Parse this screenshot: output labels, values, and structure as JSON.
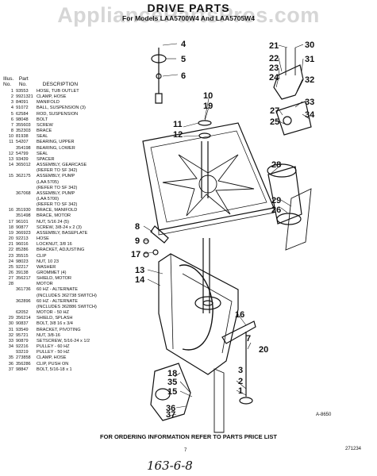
{
  "watermark": "AppliancePartsPros.com",
  "title": "DRIVE PARTS",
  "subtitle": "For Models LAA5700W4 And LAA5705W4",
  "table_headers": {
    "illus": "Illus.",
    "no": "No.",
    "part": "Part",
    "partno": "No.",
    "desc": "DESCRIPTION"
  },
  "parts": [
    {
      "n": "1",
      "p": "93553",
      "d": "HOSE, TUB OUTLET"
    },
    {
      "n": "2",
      "p": "9921321",
      "d": "CLAMP, HOSE"
    },
    {
      "n": "3",
      "p": "84091",
      "d": "MANIFOLD"
    },
    {
      "n": "4",
      "p": "91072",
      "d": "BALL, SUSPENSION (3)"
    },
    {
      "n": "5",
      "p": "62584",
      "d": "ROD, SUSPENSION"
    },
    {
      "n": "6",
      "p": "98048",
      "d": "BOLT"
    },
    {
      "n": "7",
      "p": "355603",
      "d": "SCREW"
    },
    {
      "n": "8",
      "p": "352303",
      "d": "BRACE"
    },
    {
      "n": "10",
      "p": "81938",
      "d": "SEAL"
    },
    {
      "n": "11",
      "p": "54207",
      "d": "BEARING, UPPER"
    },
    {
      "n": "",
      "p": "354198",
      "d": "BEARING, LOWER"
    },
    {
      "n": "12",
      "p": "54799",
      "d": "SEAL"
    },
    {
      "n": "13",
      "p": "93439",
      "d": "SPACER"
    },
    {
      "n": "14",
      "p": "365012",
      "d": "ASSEMBLY, GEARCASE"
    },
    {
      "n": "",
      "p": "",
      "d": "(REFER TO SF 342)"
    },
    {
      "n": "15",
      "p": "362175",
      "d": "ASSEMBLY, PUMP"
    },
    {
      "n": "",
      "p": "",
      "d": "(LAA 5705)"
    },
    {
      "n": "",
      "p": "",
      "d": "(REFER TO SF 342)"
    },
    {
      "n": "",
      "p": "367068",
      "d": "ASSEMBLY, PUMP"
    },
    {
      "n": "",
      "p": "",
      "d": "(LAA 5700)"
    },
    {
      "n": "",
      "p": "",
      "d": "(REFER TO SF 342)"
    },
    {
      "n": "16",
      "p": "351930",
      "d": "BRACE, MANIFOLD"
    },
    {
      "n": "",
      "p": "351498",
      "d": "BRACE, MOTOR"
    },
    {
      "n": "17",
      "p": "96101",
      "d": "NUT, 5/16 24 (5)"
    },
    {
      "n": "18",
      "p": "90877",
      "d": "SCREW, 3/8-24 x 2 (3)"
    },
    {
      "n": "19",
      "p": "366923",
      "d": "ASSEMBLY, BASEPLATE"
    },
    {
      "n": "20",
      "p": "92213",
      "d": "HOSE"
    },
    {
      "n": "21",
      "p": "96016",
      "d": "LOCKNUT, 3/8 16"
    },
    {
      "n": "22",
      "p": "85286",
      "d": "BRACKET, ADJUSTING"
    },
    {
      "n": "23",
      "p": "35515",
      "d": "CLIP"
    },
    {
      "n": "24",
      "p": "98023",
      "d": "NUT, 10 23"
    },
    {
      "n": "25",
      "p": "92217",
      "d": "WASHER"
    },
    {
      "n": "26",
      "p": "39138",
      "d": "GROMMET (4)"
    },
    {
      "n": "27",
      "p": "356217",
      "d": "SHIELD, MOTOR"
    },
    {
      "n": "28",
      "p": "",
      "d": "MOTOR"
    },
    {
      "n": "",
      "p": "361736",
      "d": "60 HZ - ALTERNATE"
    },
    {
      "n": "",
      "p": "",
      "d": "(INCLUDES 362738 SWITCH)"
    },
    {
      "n": "",
      "p": "362896",
      "d": "60 HZ - ALTERNATE"
    },
    {
      "n": "",
      "p": "",
      "d": "(INCLUDES 362886 SWITCH)"
    },
    {
      "n": "",
      "p": "62052",
      "d": "MOTOR - 50 HZ"
    },
    {
      "n": "29",
      "p": "356214",
      "d": "SHIELD, SPLASH"
    },
    {
      "n": "30",
      "p": "90837",
      "d": "BOLT, 3/8 16 x 3/4"
    },
    {
      "n": "31",
      "p": "93549",
      "d": "BRACKET, PIVOTING"
    },
    {
      "n": "32",
      "p": "95721",
      "d": "NUT, 3/8-16"
    },
    {
      "n": "33",
      "p": "90879",
      "d": "SETSCREW, 5/16-24 x 1/2"
    },
    {
      "n": "34",
      "p": "92216",
      "d": "PULLEY - 60 HZ"
    },
    {
      "n": "",
      "p": "93219",
      "d": "PULLEY - 50 HZ"
    },
    {
      "n": "35",
      "p": "273858",
      "d": "CLAMP, HOSE"
    },
    {
      "n": "36",
      "p": "356286",
      "d": "CLIP, PUSH ON"
    },
    {
      "n": "37",
      "p": "98847",
      "d": "BOLT, 5/16-18 x 1"
    }
  ],
  "callouts": [
    "1",
    "2",
    "3",
    "4",
    "5",
    "6",
    "7",
    "8",
    "9",
    "10",
    "11",
    "12",
    "13",
    "14",
    "15",
    "16",
    "17",
    "18",
    "19",
    "20",
    "21",
    "22",
    "23",
    "24",
    "25",
    "26",
    "27",
    "28",
    "29",
    "30",
    "31",
    "32",
    "33",
    "34",
    "35",
    "36",
    "37"
  ],
  "footer": "FOR ORDERING INFORMATION REFER TO PARTS PRICE LIST",
  "page_number": "7",
  "form_code": "271234",
  "diagram_code": "A-8650",
  "handwritten_note": "163-6-8"
}
